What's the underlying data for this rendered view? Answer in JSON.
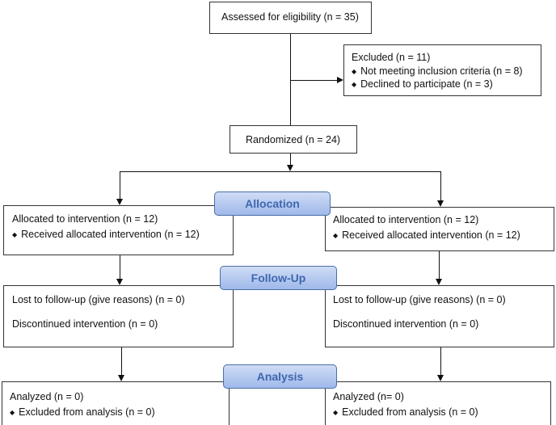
{
  "enrollment": {
    "assessed": "Assessed for eligibility (n = 35)",
    "excluded": "Excluded  (n = 11)",
    "excluded_items": [
      "Not meeting inclusion criteria (n = 8)",
      "Declined to participate (n =  3)"
    ],
    "randomized": "Randomized (n = 24)"
  },
  "stages": {
    "allocation": "Allocation",
    "follow_up": "Follow-Up",
    "analysis": "Analysis"
  },
  "left": {
    "allocated": "Allocated to intervention (n = 12)",
    "received": "Received allocated intervention (n = 12)",
    "lost": "Lost to follow-up (give reasons) (n = 0)",
    "discontinued": "Discontinued intervention (n = 0)",
    "analyzed": "Analyzed  (n = 0)",
    "excluded_analysis": "Excluded from analysis (n = 0)"
  },
  "right": {
    "allocated": "Allocated to intervention (n = 12)",
    "received": "Received allocated intervention (n = 12)",
    "lost": "Lost to follow-up (give reasons) (n = 0)",
    "discontinued": "Discontinued intervention (n = 0)",
    "analyzed": "Analyzed  (n= 0)",
    "excluded_analysis": "Excluded from analysis (n = 0)"
  },
  "bullet_symbol": "◆"
}
